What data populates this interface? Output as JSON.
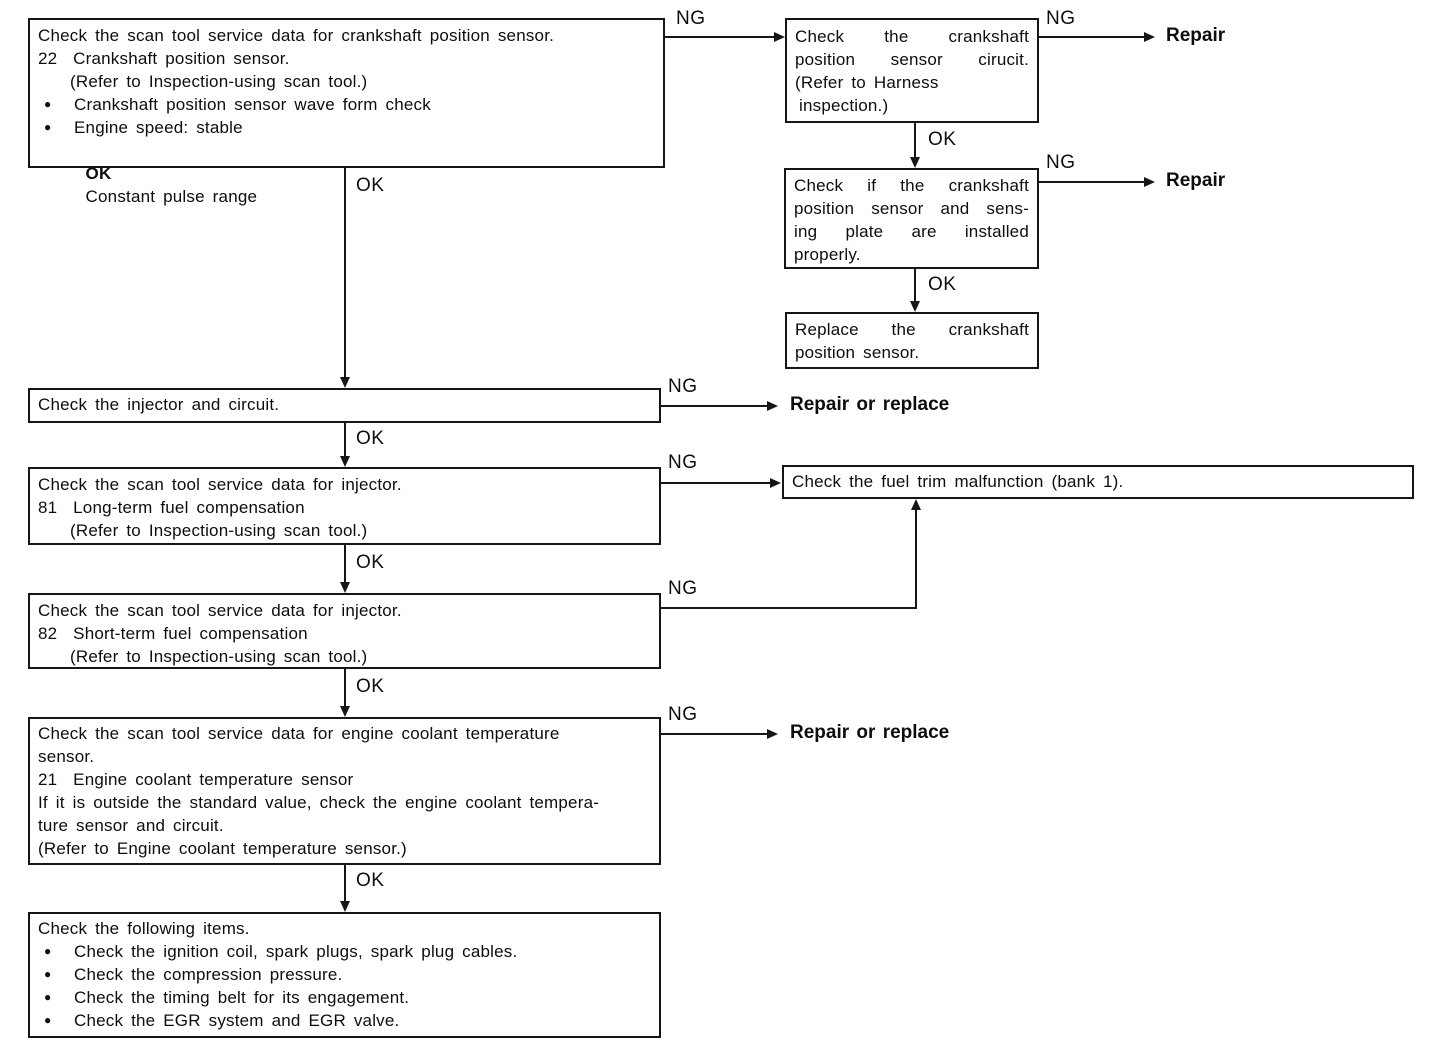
{
  "labels": {
    "ng": "NG",
    "ok": "OK",
    "bullet": "●"
  },
  "results": {
    "repair": "Repair",
    "repair_or_replace": "Repair or replace"
  },
  "colors": {
    "ink": "#0d0d0d",
    "line": "#161616",
    "background": "#ffffff"
  },
  "boxes": {
    "scan_crankshaft": {
      "title": "Check the scan tool service data for crankshaft position sensor.",
      "item": "22  Crankshaft position sensor.",
      "refer": "(Refer to Inspection-using scan tool.)",
      "bullet1": "Crankshaft position sensor wave form check",
      "bullet2": "Engine speed: stable",
      "ok_prefix": "OK",
      "ok_text": "Constant pulse range"
    },
    "crankshaft_circuit": {
      "lines": [
        "Check the crankshaft",
        "position sensor cirucit.",
        "(Refer to Harness",
        "inspection.)"
      ]
    },
    "sensing_plate": {
      "lines": [
        "Check if the crankshaft",
        "position sensor and sens-",
        "ing plate are installed",
        "properly."
      ]
    },
    "replace_sensor": {
      "lines": [
        "Replace the crankshaft",
        "position sensor."
      ]
    },
    "injector_circuit": {
      "title": "Check the injector and circuit."
    },
    "injector_81": {
      "title": "Check the scan tool service data for injector.",
      "item": "81  Long-term fuel compensation",
      "refer": "(Refer to Inspection-using scan tool.)"
    },
    "fuel_trim": {
      "title": "Check the fuel trim malfunction (bank 1)."
    },
    "injector_82": {
      "title": "Check the scan tool service data for injector.",
      "item": "82  Short-term fuel compensation",
      "refer": "(Refer to Inspection-using scan tool.)"
    },
    "coolant": {
      "lines": [
        "Check the scan tool service data for engine coolant temperature",
        "sensor.",
        "21  Engine coolant temperature sensor",
        "If it is outside the standard value, check the engine coolant tempera-",
        "ture sensor and circuit.",
        "(Refer to Engine coolant temperature sensor.)"
      ]
    },
    "following_items": {
      "title": "Check the following items.",
      "bullets": [
        "Check the ignition coil, spark plugs, spark plug cables.",
        "Check the compression pressure.",
        "Check the timing belt for its engagement.",
        "Check the EGR system and EGR valve."
      ]
    }
  }
}
